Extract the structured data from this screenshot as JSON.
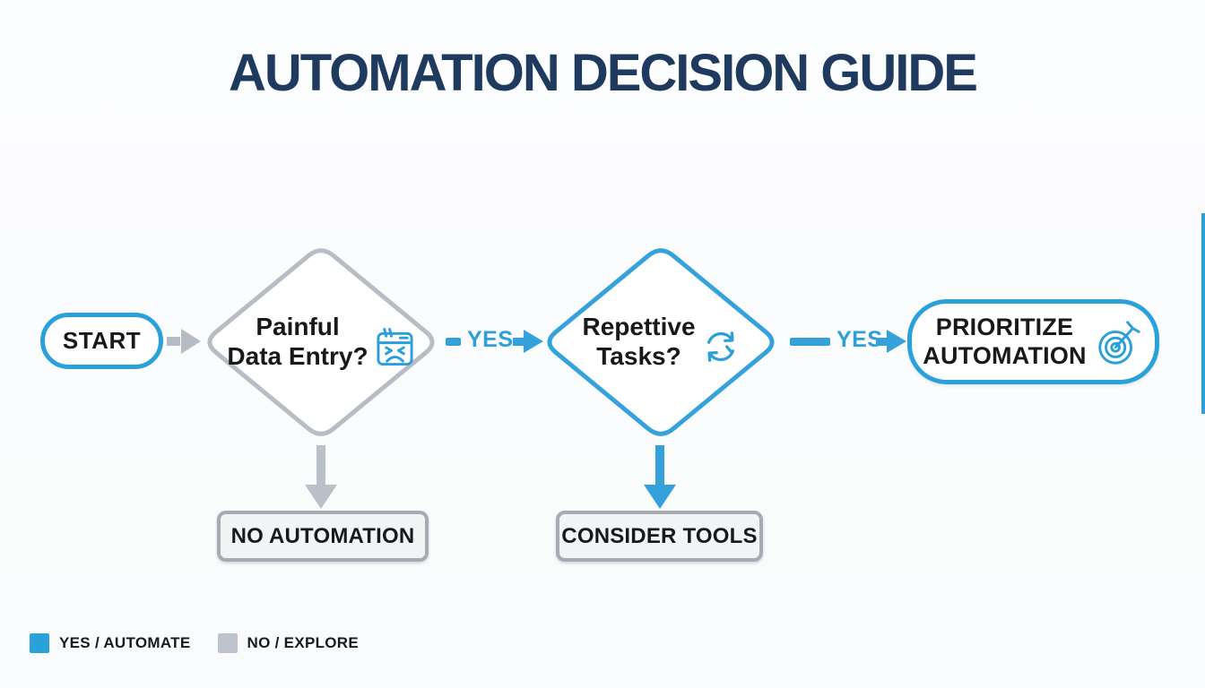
{
  "title": "AUTOMATION DECISION GUIDE",
  "flow": {
    "start": {
      "label": "START"
    },
    "decision_data_entry": {
      "line1": "Painful",
      "line2": "Data Entry?",
      "icon": "angry-window-icon",
      "border_style": "gray"
    },
    "yes_arrow_1": {
      "label": "YES"
    },
    "decision_repetitive": {
      "line1": "Repettive",
      "line2": "Tasks?",
      "icon": "refresh-cycle-icon",
      "border_style": "blue"
    },
    "yes_arrow_2": {
      "label": "YES"
    },
    "outcome_prioritize": {
      "line1": "PRIORITIZE",
      "line2": "AUTOMATION",
      "icon": "target-icon"
    },
    "outcome_no_automation": {
      "label": "NO AUTOMATION"
    },
    "outcome_consider_tools": {
      "label": "CONSIDER TOOLS"
    }
  },
  "legend": [
    {
      "label": "YES / AUTOMATE",
      "color": "#29A2DC"
    },
    {
      "label": "NO / EXPLORE",
      "color": "#BDC4CC"
    }
  ],
  "colors": {
    "accent_blue": "#2BA1DC",
    "neutral_gray": "#B7BDC5",
    "title_navy": "#1E3A5E",
    "text_black": "#17191B",
    "box_fill": "#F2F4F6"
  }
}
